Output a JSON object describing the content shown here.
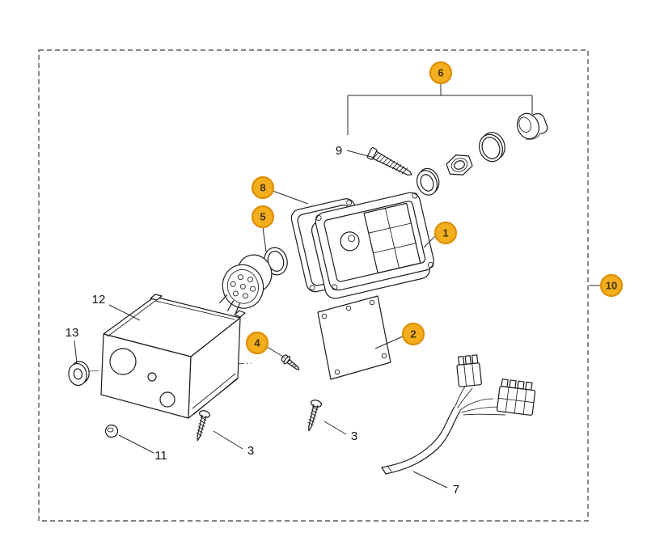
{
  "diagram": {
    "callouts": {
      "c1": "1",
      "c2": "2",
      "c4": "4",
      "c5": "5",
      "c6": "6",
      "c8": "8",
      "c10": "10"
    },
    "labels": {
      "l3_left": "3",
      "l3_right": "3",
      "l7": "7",
      "l9": "9",
      "l11": "11",
      "l12": "12",
      "l13": "13"
    },
    "colors": {
      "callout_fill": "#F2AE1C",
      "callout_border": "#DE8F06",
      "callout_text": "#453312",
      "line_color": "#1c1c1c",
      "boundary_color": "#5a5a5a"
    }
  }
}
